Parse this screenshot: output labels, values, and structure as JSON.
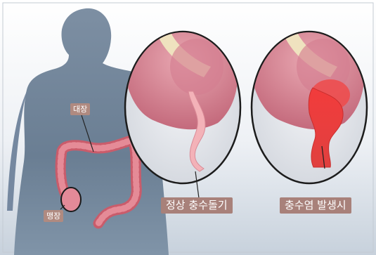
{
  "labels": {
    "large_intestine": "대장",
    "cecum": "맹장",
    "normal_appendix": "정상 충수돌기",
    "appendicitis": "충수염 발생시"
  },
  "colors": {
    "background_top": "#e9eef3",
    "silhouette": "#6d8196",
    "intestine": "#d9707c",
    "label_bg": "#b08a80",
    "inflamed": "#e83a3a",
    "normal_appendix": "#f3b2b8"
  }
}
